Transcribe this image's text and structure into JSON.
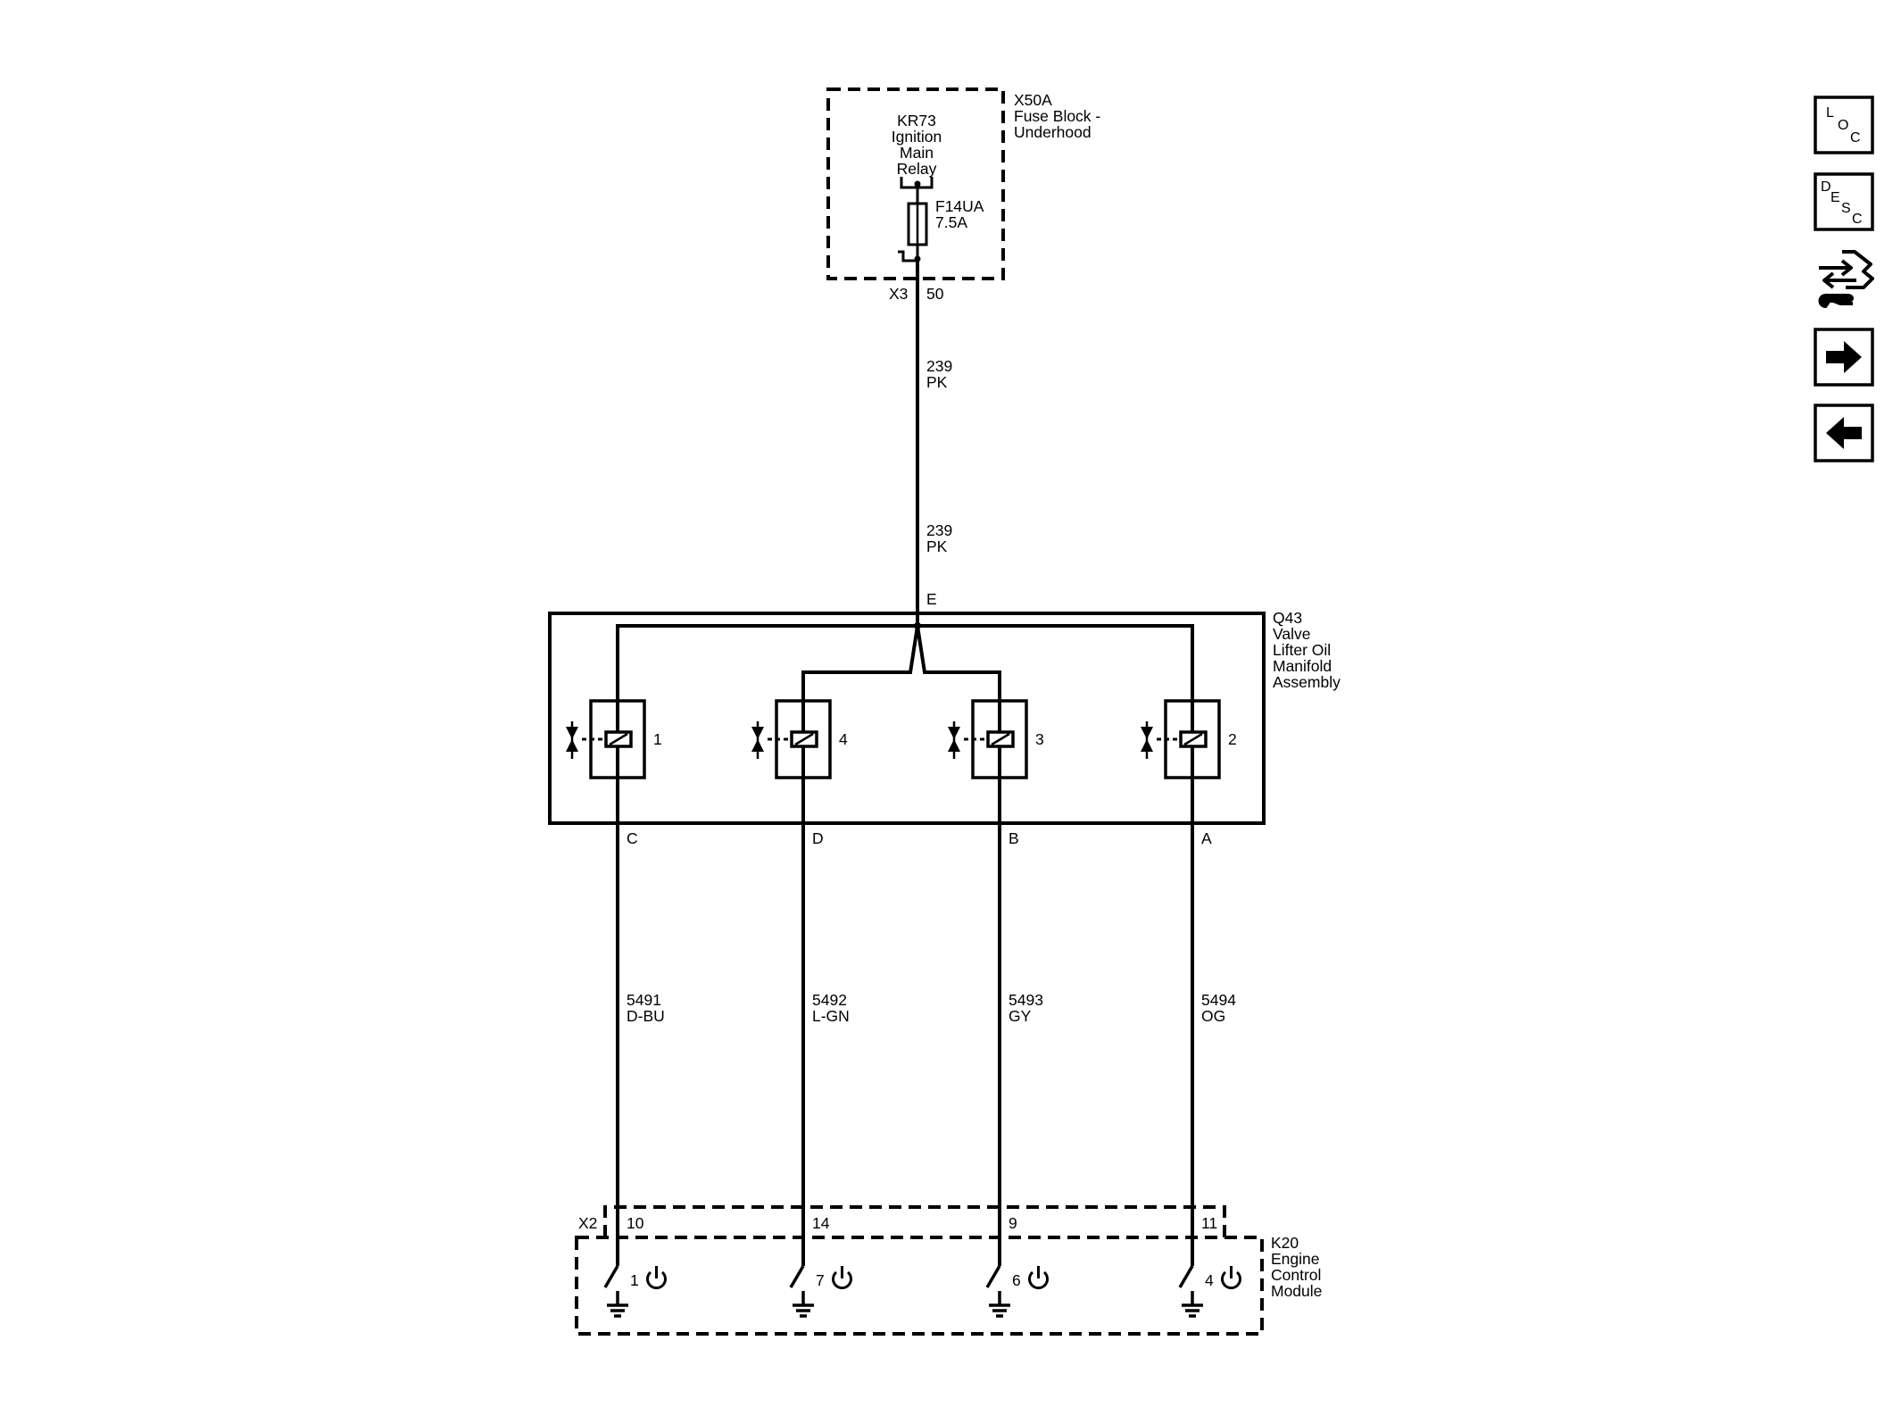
{
  "fuse_block": {
    "id": "X50A",
    "name_line1": "Fuse Block -",
    "name_line2": "Underhood",
    "relay_id": "KR73",
    "relay_line1": "Ignition",
    "relay_line2": "Main",
    "relay_line3": "Relay",
    "fuse_id": "F14UA",
    "fuse_rating": "7.5A",
    "connector": "X3",
    "pin": "50"
  },
  "supply_wire": {
    "upper_circuit": "239",
    "upper_color": "PK",
    "lower_circuit": "239",
    "lower_color": "PK"
  },
  "assembly": {
    "id": "Q43",
    "name_line1": "Valve",
    "name_line2": "Lifter Oil",
    "name_line3": "Manifold",
    "name_line4": "Assembly",
    "supply_pin": "E",
    "solenoids": [
      {
        "number": "1",
        "pin": "C"
      },
      {
        "number": "4",
        "pin": "D"
      },
      {
        "number": "3",
        "pin": "B"
      },
      {
        "number": "2",
        "pin": "A"
      }
    ]
  },
  "control_wires": [
    {
      "circuit": "5491",
      "color": "D-BU"
    },
    {
      "circuit": "5492",
      "color": "L-GN"
    },
    {
      "circuit": "5493",
      "color": "GY"
    },
    {
      "circuit": "5494",
      "color": "OG"
    }
  ],
  "ecm": {
    "id": "K20",
    "name_line1": "Engine",
    "name_line2": "Control",
    "name_line3": "Module",
    "connector": "X2",
    "connector_pins": [
      "10",
      "14",
      "9",
      "11"
    ],
    "driver_numbers": [
      "1",
      "7",
      "6",
      "4"
    ]
  },
  "nav": {
    "loc_l": "L",
    "loc_o": "O",
    "loc_c": "C",
    "desc_d": "D",
    "desc_e": "E",
    "desc_s": "S",
    "desc_c": "C",
    "icons": [
      "loc-icon",
      "desc-icon",
      "connector-tools-icon",
      "arrow-right-icon",
      "arrow-left-icon"
    ]
  }
}
